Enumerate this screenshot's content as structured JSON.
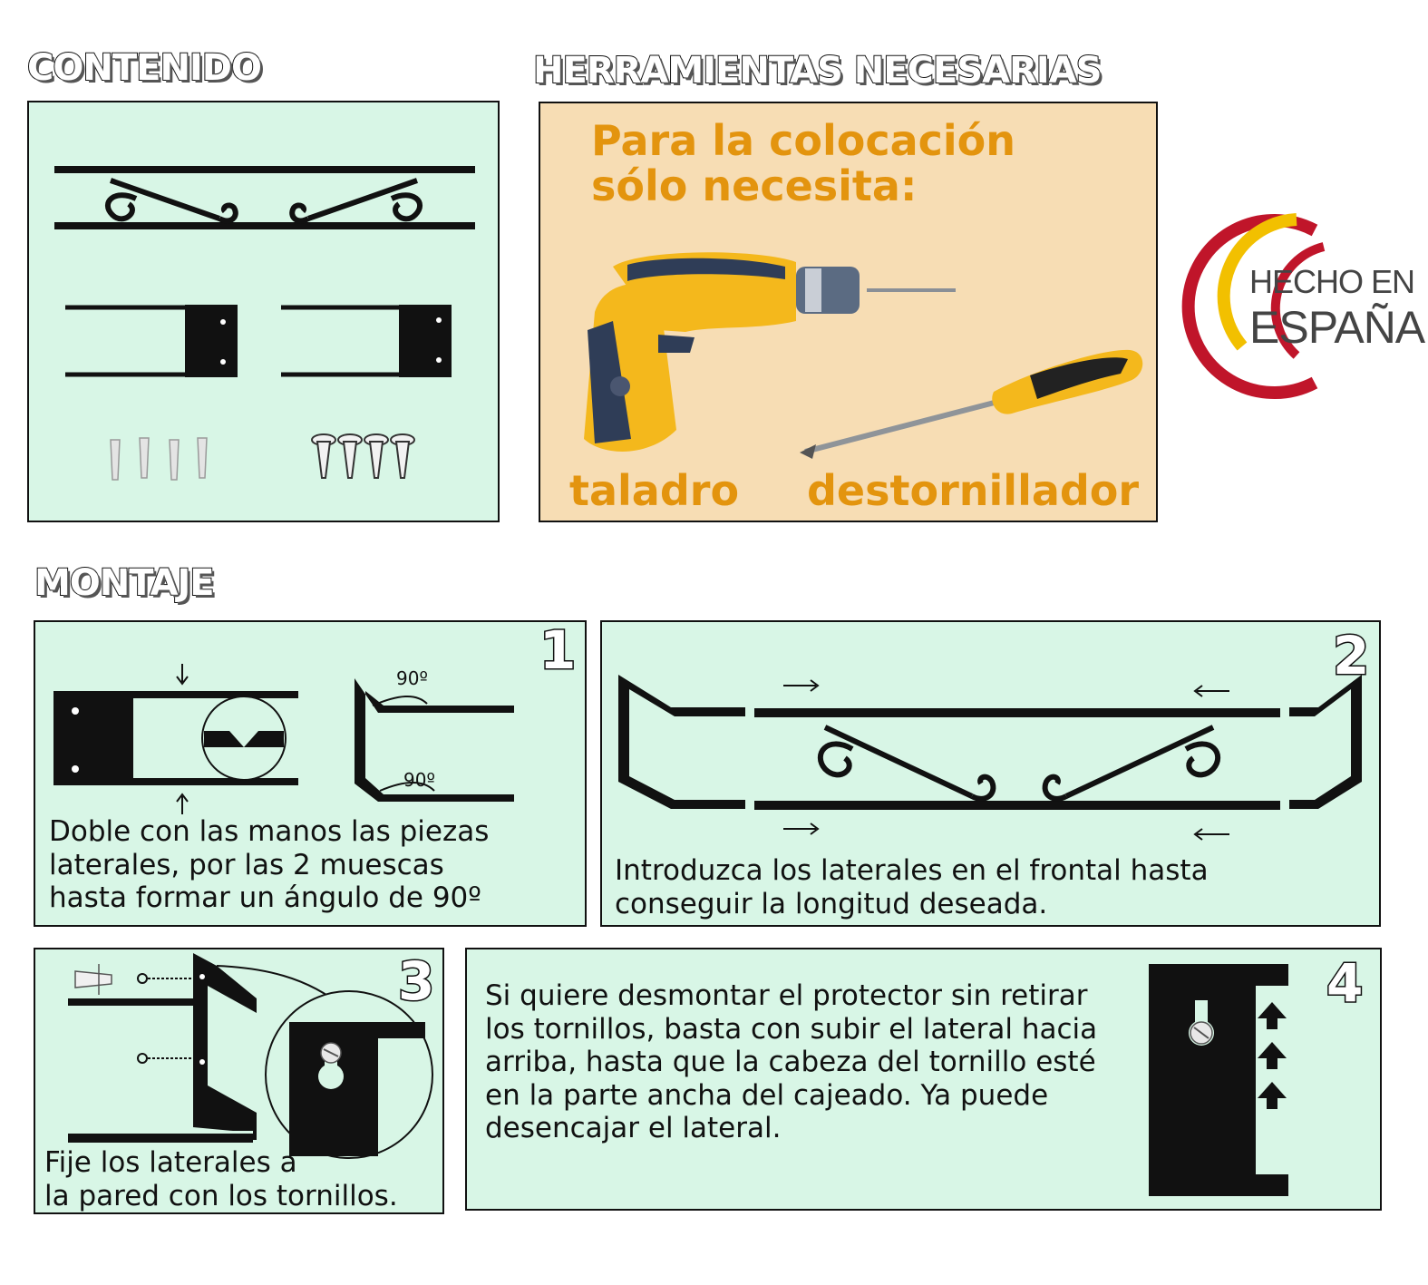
{
  "sections": {
    "contents_title": "CONTENIDO",
    "tools_title": "HERRAMIENTAS NECESARIAS",
    "assembly_title": "MONTAJE"
  },
  "tools": {
    "heading": "Para la colocación sólo necesita:",
    "items": [
      {
        "label": "taladro",
        "icon": "drill-icon"
      },
      {
        "label": "destornillador",
        "icon": "screwdriver-icon"
      }
    ]
  },
  "badge": {
    "line1": "HECHO EN",
    "line2": "ESPAÑA",
    "colors": {
      "red": "#c0152a",
      "yellow": "#f2c000",
      "gray": "#444444"
    }
  },
  "steps": [
    {
      "number": "1",
      "angle_label": "90º",
      "lines": [
        "Doble con las manos las piezas",
        "laterales, por las 2 muescas",
        "hasta formar un ángulo de 90º"
      ]
    },
    {
      "number": "2",
      "lines": [
        "Introduzca los laterales en el frontal hasta",
        "conseguir la longitud deseada."
      ]
    },
    {
      "number": "3",
      "lines": [
        "Fije los laterales a",
        "la pared con los tornillos."
      ]
    },
    {
      "number": "4",
      "lines": [
        "Si quiere desmontar el protector sin retirar",
        "los tornillos, basta con subir el lateral hacia",
        "arriba, hasta que la cabeza del tornillo esté",
        "en la parte ancha del cajeado. Ya puede",
        "desencajar el lateral."
      ]
    }
  ],
  "colors": {
    "panel_mint": "#d8f6e6",
    "panel_peach": "#f7ddb4",
    "accent_orange": "#e3940e",
    "ink": "#111111"
  }
}
